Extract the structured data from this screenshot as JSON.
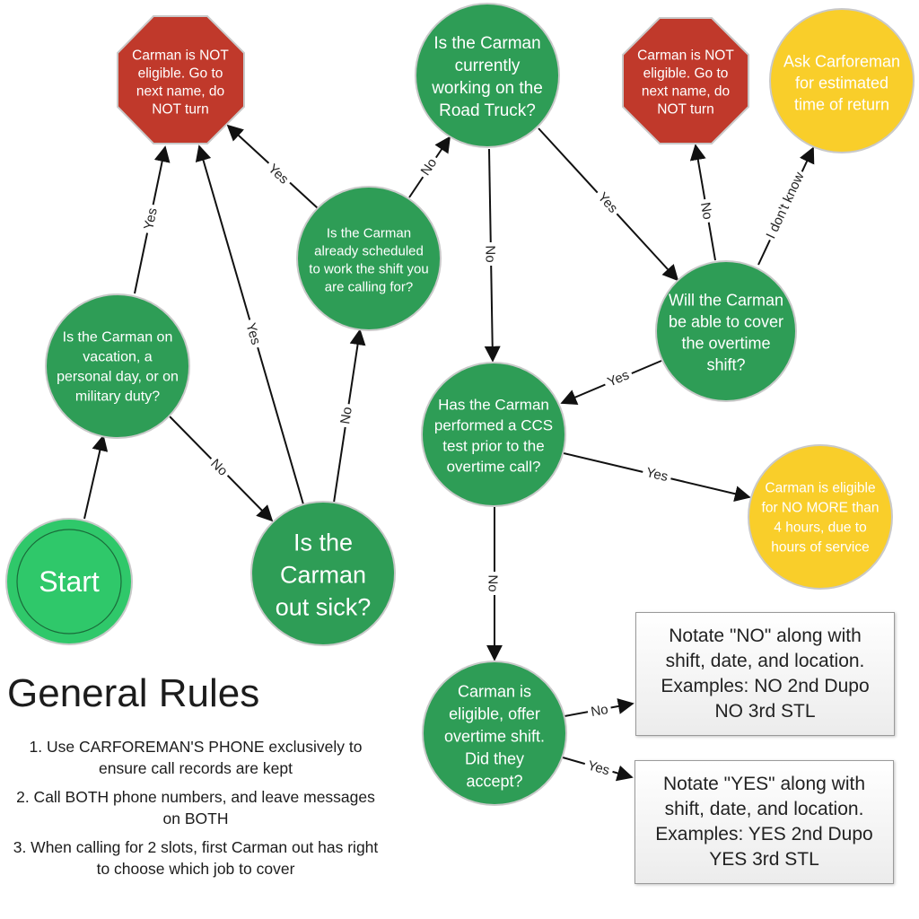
{
  "colors": {
    "green": "#2e9d56",
    "green_start": "#2fc86a",
    "red": "#c0392b",
    "yellow": "#f9ce2a",
    "arrow": "#111111"
  },
  "nodes": {
    "start": "Start",
    "out_sick": "Is the\nCarman\nout sick?",
    "vacation": "Is the Carman on\nvacation, a\npersonal day, or on\nmilitary duty?",
    "not_eligible_1": "Carman is NOT\neligible. Go to\nnext name, do\nNOT turn",
    "scheduled": "Is the Carman\nalready scheduled\nto work the shift you\nare calling for?",
    "road_truck": "Is the Carman\ncurrently\nworking on the\nRoad Truck?",
    "not_eligible_2": "Carman is NOT\neligible. Go to\nnext name, do\nNOT turn",
    "ask_carforeman": "Ask Carforeman\nfor estimated\ntime of return",
    "cover_overtime": "Will the Carman\nbe able to cover\nthe overtime\nshift?",
    "ccs_test": "Has the Carman\nperformed a CCS\ntest prior to the\novertime call?",
    "no_more_4": "Carman is eligible\nfor NO MORE than\n4 hours, due to\nhours of service",
    "offer": "Carman is\neligible, offer\novertime shift.\nDid they\naccept?"
  },
  "notes": {
    "no_note": "Notate \"NO\" along with\nshift, date, and location.\nExamples: NO 2nd Dupo\nNO 3rd STL",
    "yes_note": "Notate \"YES\" along with\nshift, date, and location.\nExamples: YES 2nd Dupo\nYES 3rd STL"
  },
  "edge_labels": {
    "vacation_yes": "Yes",
    "vacation_no": "No",
    "sick_yes": "Yes",
    "sick_no": "No",
    "scheduled_yes": "Yes",
    "scheduled_no": "No",
    "road_no": "No",
    "road_yes": "Yes",
    "cover_no": "No",
    "cover_dont_know": "I don't know",
    "cover_yes": "Yes",
    "ccs_yes": "Yes",
    "ccs_no": "No",
    "offer_no": "No",
    "offer_yes": "Yes"
  },
  "general_rules": {
    "title": "General Rules",
    "items": [
      "1. Use CARFOREMAN'S PHONE exclusively to ensure call records are kept",
      "2. Call BOTH phone numbers, and leave messages on BOTH",
      "3. When calling for 2 slots, first Carman out has right to choose which job to cover"
    ]
  }
}
